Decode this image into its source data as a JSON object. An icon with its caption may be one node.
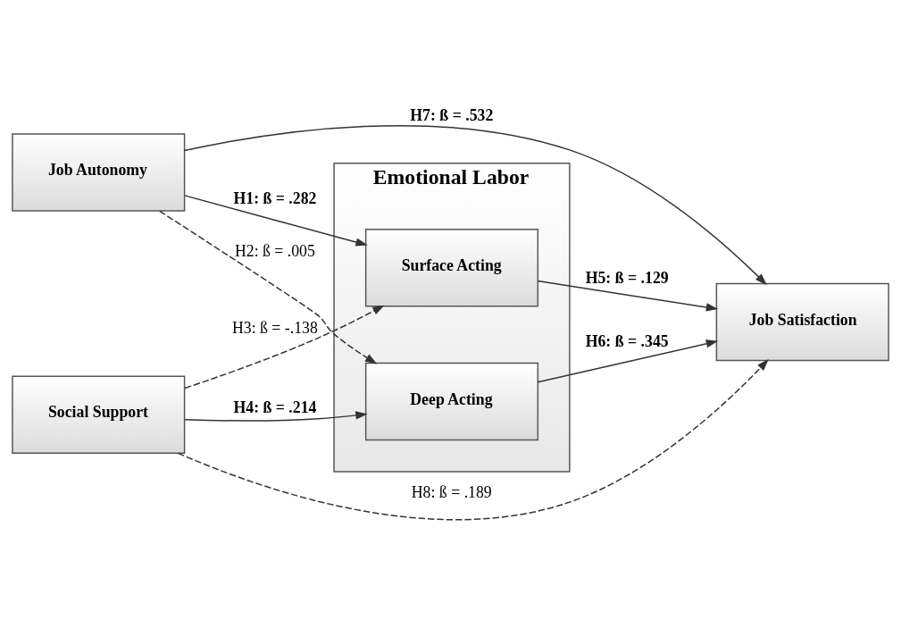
{
  "diagram": {
    "nodes": [
      {
        "text": [
          "Job Autonomy"
        ]
      },
      {
        "text": [
          "Emotional Labor"
        ]
      },
      {
        "text": [
          "Surface Acting"
        ],
        "in": 1
      },
      {
        "text": [
          "Deep Acting"
        ],
        "in": 1
      },
      {
        "text": [
          "Social Support"
        ]
      },
      {
        "text": [
          "Job Satisfaction"
        ]
      }
    ],
    "edges": [
      {
        "from": 0,
        "to": 2,
        "arrow": "to",
        "label": "H1: ß = .282"
      },
      {
        "from": 0,
        "to": 3,
        "arrow": "to",
        "label": "H2: ß = .005",
        "style": "dashed"
      },
      {
        "from": 4,
        "to": 2,
        "arrow": "to",
        "label": "H3: ß = -.138",
        "style": "dashed"
      },
      {
        "from": 4,
        "to": 3,
        "arrow": "to",
        "label": "H4: ß = .214"
      },
      {
        "from": 2,
        "to": 5,
        "arrow": "to",
        "label": "H5: ß = .129"
      },
      {
        "from": 3,
        "to": 5,
        "arrow": "to",
        "label": "H6: ß = .345"
      },
      {
        "from": 0,
        "to": 5,
        "arrow": "to",
        "label": "H7: ß = .532"
      },
      {
        "from": 4,
        "to": 5,
        "arrow": "to",
        "label": "H8: ß = .189",
        "style": "dashed"
      }
    ]
  }
}
